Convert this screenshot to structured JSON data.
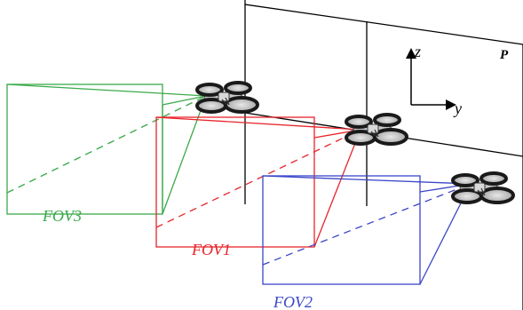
{
  "plane": {
    "label": "P"
  },
  "axes": {
    "z_label": "z",
    "y_label": "y"
  },
  "fov": [
    {
      "id": "fov1",
      "label": "FOV1",
      "color": "#e8242a"
    },
    {
      "id": "fov2",
      "label": "FOV2",
      "color": "#3a46c8"
    },
    {
      "id": "fov3",
      "label": "FOV3",
      "color": "#3aaa4a"
    }
  ],
  "drones": [
    {
      "id": "drone1",
      "icon": "quadrotor-drone-icon"
    },
    {
      "id": "drone2",
      "icon": "quadrotor-drone-icon"
    },
    {
      "id": "drone3",
      "icon": "quadrotor-drone-icon"
    }
  ]
}
